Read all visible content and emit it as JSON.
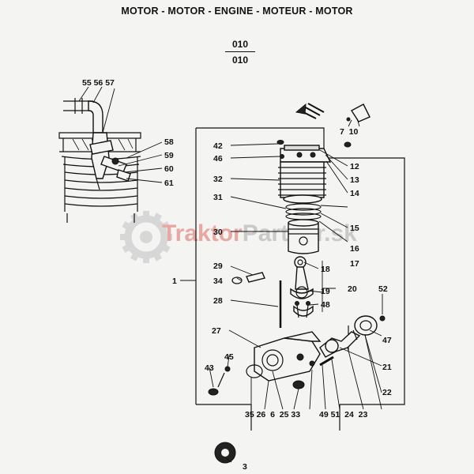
{
  "title": "MOTOR - MOTOR - ENGINE - MOTEUR - MOTOR",
  "code_top": "010",
  "code_bottom": "010",
  "watermark": {
    "first": "Traktor",
    "second": "Partner",
    "suffix": ".sk",
    "color_first": "#e8a7a2",
    "color_second": "#c9c9c9",
    "gear_color": "#d7d7d7"
  },
  "callouts": {
    "inset_top": "55 56 57",
    "c58": "58",
    "c59": "59",
    "c60": "60",
    "c61": "61",
    "c7_10": "7  10",
    "c42": "42",
    "c46": "46",
    "c32": "32",
    "c31": "31",
    "c30": "30",
    "c12": "12",
    "c13": "13",
    "c14": "14",
    "c15": "15",
    "c16": "16",
    "c17": "17",
    "c29": "29",
    "c34": "34",
    "c1": "1",
    "c28": "28",
    "c27": "27",
    "c18": "18",
    "c19": "19",
    "c20": "20",
    "c48": "48",
    "c52": "52",
    "c47": "47",
    "c21": "21",
    "c22": "22",
    "c43": "43",
    "c45": "45",
    "bottom_row_left": "35 26  6  25 33",
    "bottom_row_right": "49 51  24  23",
    "c3": "3"
  }
}
